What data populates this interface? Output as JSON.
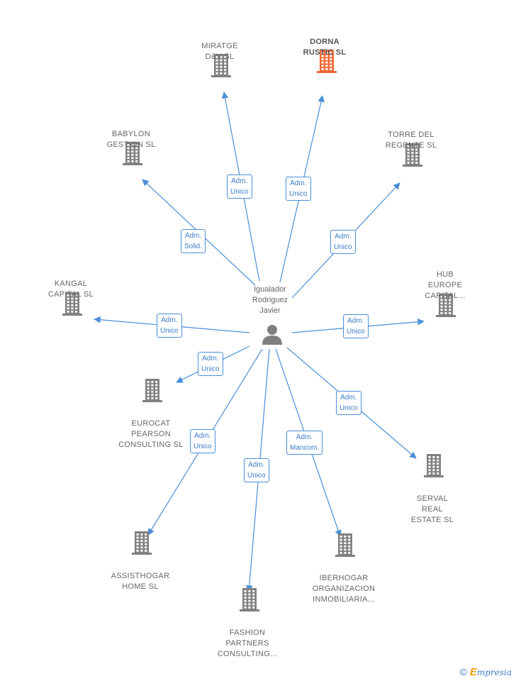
{
  "center": {
    "name_lines": [
      "Igualador",
      "Rodriguez",
      "Javier"
    ],
    "icon": "person-icon"
  },
  "colors": {
    "edge": "#4a8fd8",
    "building": "#808080",
    "highlight_building": "#f26a3a",
    "edge_label_text": "#3b7cc9"
  },
  "nodes": [
    {
      "id": "miratge",
      "lines": [
        "MIRATGE",
        "D&V SL"
      ],
      "highlight": false,
      "icon": "building-icon",
      "relation": [
        "Adm.",
        "Unico"
      ]
    },
    {
      "id": "dorna",
      "lines": [
        "DORNA",
        "RUSTIC SL"
      ],
      "highlight": true,
      "icon": "building-icon",
      "relation": [
        "Adm.",
        "Unico"
      ]
    },
    {
      "id": "babylon",
      "lines": [
        "BABYLON",
        "GESTION SL"
      ],
      "highlight": false,
      "icon": "building-icon",
      "relation": [
        "Adm.",
        "Solid."
      ]
    },
    {
      "id": "torre",
      "lines": [
        "TORRE DEL",
        "REGENTE SL"
      ],
      "highlight": false,
      "icon": "building-icon",
      "relation": [
        "Adm.",
        "Unico"
      ]
    },
    {
      "id": "kangal",
      "lines": [
        "KANGAL",
        "CAPITAL SL"
      ],
      "highlight": false,
      "icon": "building-icon",
      "relation": [
        "Adm.",
        "Unico"
      ]
    },
    {
      "id": "hub",
      "lines": [
        "HUB",
        "EUROPE",
        "CAPITAL..."
      ],
      "highlight": false,
      "icon": "building-icon",
      "relation": [
        "Adm.",
        "Unico"
      ]
    },
    {
      "id": "eurocat",
      "lines": [
        "EUROCAT",
        "PEARSON",
        "CONSULTING SL"
      ],
      "highlight": false,
      "icon": "building-icon",
      "relation": [
        "Adm.",
        "Unico"
      ]
    },
    {
      "id": "serval",
      "lines": [
        "SERVAL",
        "REAL",
        "ESTATE SL"
      ],
      "highlight": false,
      "icon": "building-icon",
      "relation": [
        "Adm.",
        "Unico"
      ]
    },
    {
      "id": "assisthogar",
      "lines": [
        "ASSISTHOGAR",
        "HOME SL"
      ],
      "highlight": false,
      "icon": "building-icon",
      "relation": [
        "Adm.",
        "Unico"
      ]
    },
    {
      "id": "iberhogar",
      "lines": [
        "IBERHOGAR",
        "ORGANIZACION",
        "INMOBILIARIA..."
      ],
      "highlight": false,
      "icon": "building-icon",
      "relation": [
        "Adm.",
        "Mancom."
      ]
    },
    {
      "id": "fashion",
      "lines": [
        "FASHION",
        "PARTNERS",
        "CONSULTING..."
      ],
      "highlight": false,
      "icon": "building-icon",
      "relation": [
        "Adm.",
        "Unico"
      ]
    }
  ],
  "footer": {
    "copyright_symbol": "©",
    "brand_first": "E",
    "brand_rest": "mpresia"
  }
}
